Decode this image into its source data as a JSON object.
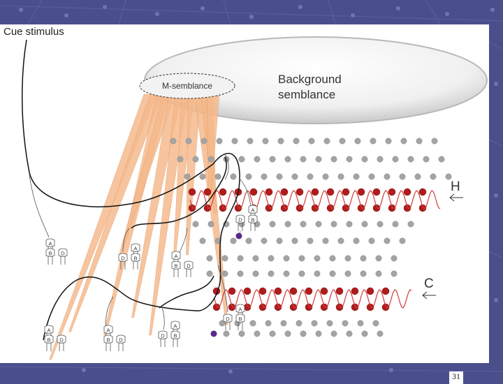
{
  "slide": {
    "title": "Cue stimulus",
    "m_semblance_label": "M-semblance",
    "background_label_line1": "Background",
    "background_label_line2": "semblance",
    "layer_h_label": "H",
    "layer_c_label": "C",
    "neuron_label_a": "A",
    "neuron_label_b": "B",
    "neuron_label_d": "D",
    "slide_number": "31"
  },
  "colors": {
    "frame": "#4a4f8c",
    "grey_dot": "#a4a4a4",
    "red_dot": "#b01c1c",
    "purple_dot": "#5a2a86",
    "beam": "#f4b88a",
    "wave": "#d23a3a"
  }
}
